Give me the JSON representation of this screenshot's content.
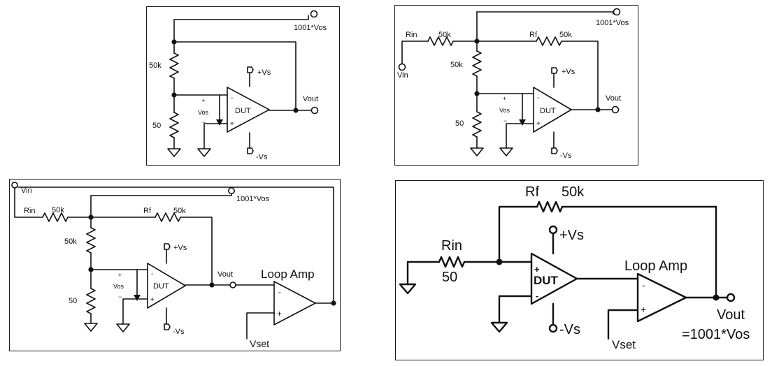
{
  "diagrams": [
    {
      "id": "a",
      "labels": {
        "out_top": "1001*Vos",
        "r_top": "50k",
        "r_bot": "50",
        "vplus": "+Vs",
        "vminus": "-Vs",
        "dut": "DUT",
        "vout": "Vout",
        "vos": "Vos",
        "vos_plus": "+",
        "vos_minus": "−",
        "opamp_minus": "-",
        "opamp_plus": "+"
      }
    },
    {
      "id": "b",
      "labels": {
        "out_top": "1001*Vos",
        "rin": "Rin",
        "rin_val": "50k",
        "rf": "Rf",
        "rf_val": "50k",
        "r_top": "50k",
        "r_bot": "50",
        "vin": "Vin",
        "vplus": "+Vs",
        "vminus": "-Vs",
        "dut": "DUT",
        "vout": "Vout",
        "vos": "Vos",
        "vos_plus": "+",
        "vos_minus": "−",
        "opamp_minus": "-",
        "opamp_plus": "+"
      }
    },
    {
      "id": "c",
      "labels": {
        "vin": "Vin",
        "out_top": "1001*Vos",
        "rin": "Rin",
        "rin_val": "50k",
        "rf": "Rf",
        "rf_val": "50k",
        "r_top": "50k",
        "r_bot": "50",
        "vplus": "+Vs",
        "vminus": "-Vs",
        "dut": "DUT",
        "vout": "Vout",
        "vos": "Vos",
        "vos_plus": "+",
        "vos_minus": "−",
        "loop_amp": "Loop Amp",
        "vset": "Vset",
        "opamp_minus": "-",
        "opamp_plus": "+"
      }
    },
    {
      "id": "d",
      "labels": {
        "rf": "Rf",
        "rf_val": "50k",
        "rin": "Rin",
        "rin_val": "50",
        "vplus": "+Vs",
        "vminus": "-Vs",
        "dut": "DUT",
        "loop_amp": "Loop Amp",
        "vout": "Vout",
        "vout_eq": "=1001*Vos",
        "vset": "Vset",
        "opamp_minus": "-",
        "opamp_plus": "+"
      }
    }
  ]
}
